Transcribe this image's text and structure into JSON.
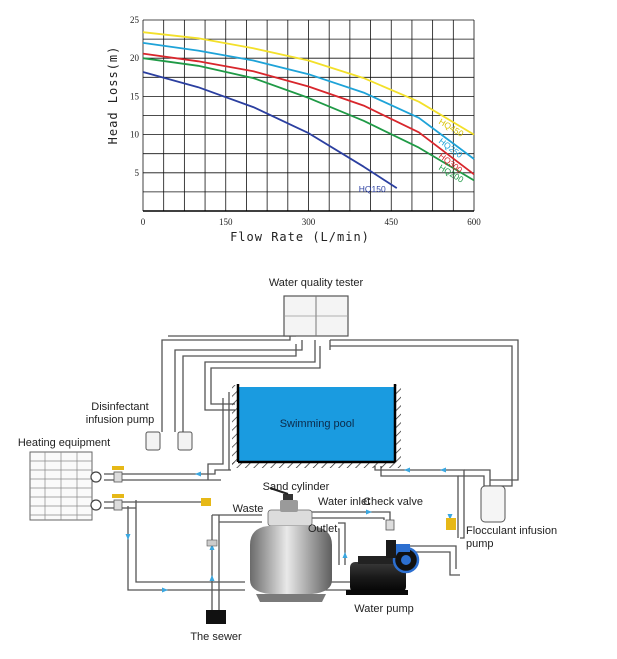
{
  "chart_data": {
    "type": "line",
    "title": "",
    "xlabel": "Flow Rate (L/min)",
    "ylabel": "Head Loss(m)",
    "xlim": [
      0,
      600
    ],
    "ylim": [
      0,
      25
    ],
    "xticks": [
      0,
      150,
      300,
      450,
      600
    ],
    "yticks": [
      5,
      10,
      15,
      20,
      25
    ],
    "grid": true,
    "series": [
      {
        "name": "HQ150",
        "color": "#2b3fa0",
        "x": [
          0,
          100,
          200,
          300,
          400,
          460
        ],
        "y": [
          18.2,
          16.2,
          13.6,
          10.2,
          5.8,
          3.0
        ]
      },
      {
        "name": "HQ200",
        "color": "#1f9a46",
        "x": [
          0,
          100,
          200,
          300,
          400,
          500,
          600
        ],
        "y": [
          20.0,
          19.0,
          17.4,
          14.8,
          11.8,
          8.3,
          4.0
        ]
      },
      {
        "name": "HQ300",
        "color": "#d8262c",
        "x": [
          0,
          100,
          200,
          300,
          400,
          500,
          600
        ],
        "y": [
          20.6,
          19.6,
          18.3,
          16.3,
          13.8,
          10.3,
          4.8
        ]
      },
      {
        "name": "HQ250",
        "color": "#1ea3d8",
        "x": [
          0,
          100,
          200,
          300,
          400,
          500,
          600
        ],
        "y": [
          22.0,
          21.0,
          19.7,
          17.9,
          15.5,
          12.2,
          6.8
        ]
      },
      {
        "name": "HQ450",
        "color": "#f3e02a",
        "x": [
          0,
          100,
          200,
          300,
          400,
          500,
          600
        ],
        "y": [
          23.4,
          22.6,
          21.3,
          19.7,
          17.4,
          14.3,
          10.0
        ]
      }
    ]
  },
  "diagram": {
    "labels": {
      "tester": "Water quality tester",
      "disinfectant_1": "Disinfectant",
      "disinfectant_2": "infusion pump",
      "heating": "Heating equipment",
      "pool": "Swimming pool",
      "sand_cylinder": "Sand cylinder",
      "waste": "Waste",
      "water_inlet": "Water inlet",
      "outlet": "Outlet",
      "check_valve": "Check valve",
      "flocculant_1": "Flocculant infusion",
      "flocculant_2": "pump",
      "water_pump": "Water pump",
      "sewer": "The sewer"
    },
    "colors": {
      "pool": "#1a9be0",
      "pipe": "#555555",
      "flow_arrow": "#3aa7e0",
      "valve_handle": "#e6b817"
    }
  }
}
